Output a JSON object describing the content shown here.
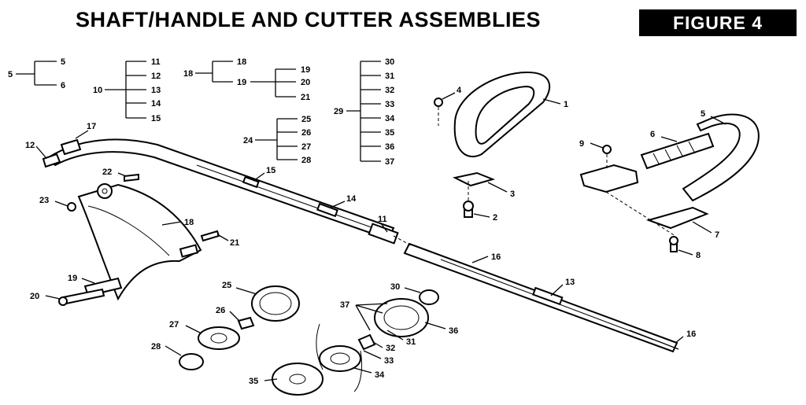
{
  "header": {
    "title": "SHAFT/HANDLE AND CUTTER ASSEMBLIES",
    "figure_label": "FIGURE 4"
  },
  "callouts": {
    "c1": "1",
    "c2": "2",
    "c3": "3",
    "c4": "4",
    "c5": "5",
    "c6": "6",
    "c7": "7",
    "c8": "8",
    "c9": "9",
    "c11": "11",
    "c12": "12",
    "c13": "13",
    "c14": "14",
    "c15": "15",
    "c16": "16",
    "c17": "17",
    "c18": "18",
    "c19": "19",
    "c20": "20",
    "c21": "21",
    "c22": "22",
    "c23": "23",
    "c24": "24",
    "c25": "25",
    "c26": "26",
    "c27": "27",
    "c28": "28",
    "c29": "29",
    "c30": "30",
    "c31": "31",
    "c32": "32",
    "c33": "33",
    "c34": "34",
    "c35": "35",
    "c36": "36",
    "c37": "37",
    "c10": "10"
  },
  "groups": {
    "g5": {
      "parent": "5",
      "children": [
        "5",
        "6"
      ]
    },
    "g10": {
      "parent": "10",
      "children": [
        "11",
        "12",
        "13",
        "14",
        "15"
      ]
    },
    "g18": {
      "parent": "18",
      "children": [
        "18",
        "19"
      ]
    },
    "g19": {
      "parent": "19",
      "children": [
        "19",
        "20",
        "21"
      ]
    },
    "g24": {
      "parent": "24",
      "children": [
        "25",
        "26",
        "27",
        "28"
      ]
    },
    "g29": {
      "parent": "29",
      "children": [
        "30",
        "31",
        "32",
        "33",
        "34",
        "35",
        "36",
        "37"
      ]
    }
  }
}
